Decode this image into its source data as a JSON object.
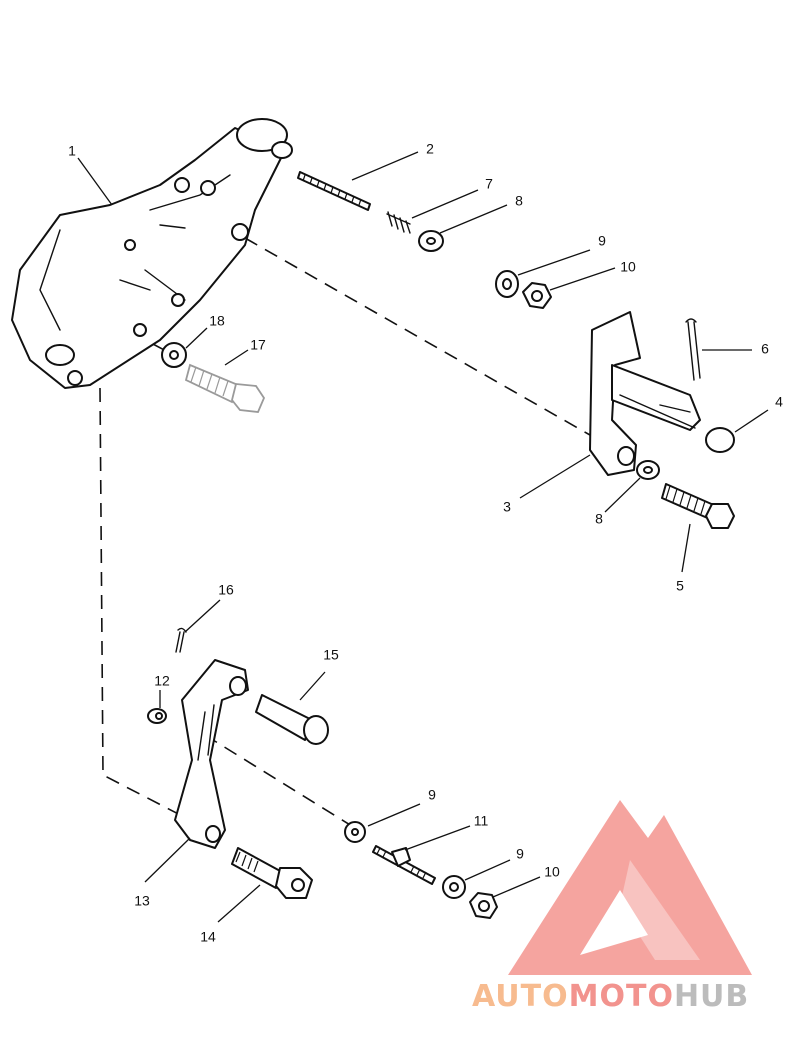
{
  "callouts": [
    "1",
    "2",
    "3",
    "4",
    "5",
    "6",
    "7",
    "8",
    "8",
    "9",
    "9",
    "9",
    "10",
    "10",
    "11",
    "12",
    "13",
    "14",
    "15",
    "16",
    "17",
    "18"
  ],
  "watermark": {
    "brand_part1": "AUTO",
    "brand_part2": "MOTO",
    "brand_part3": "HUB",
    "colors": {
      "orange": "#f7b88a",
      "red": "#f28e88",
      "grey": "#b9b9b9"
    }
  }
}
